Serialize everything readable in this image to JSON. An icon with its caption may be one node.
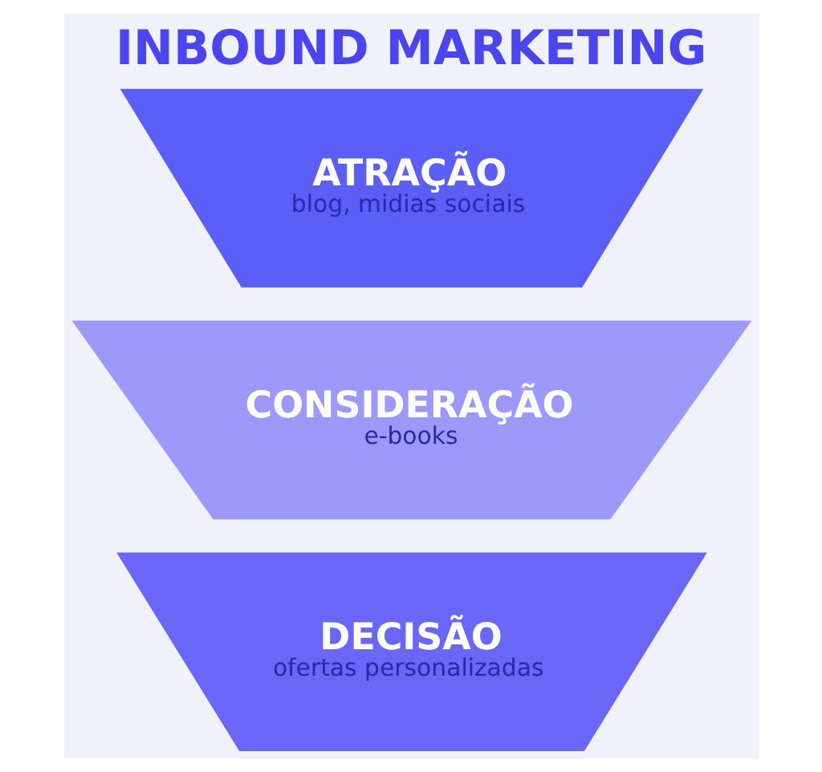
{
  "diagram": {
    "title": "INBOUND MARKETING",
    "nodes": [
      {
        "text": [
          "ATRAÇÃO",
          "blog, midias sociais"
        ]
      },
      {
        "text": [
          "CONSIDERAÇÃO",
          "e-books"
        ]
      },
      {
        "text": [
          "DECISÃO",
          "ofertas personalizadas"
        ]
      }
    ],
    "edges": []
  }
}
